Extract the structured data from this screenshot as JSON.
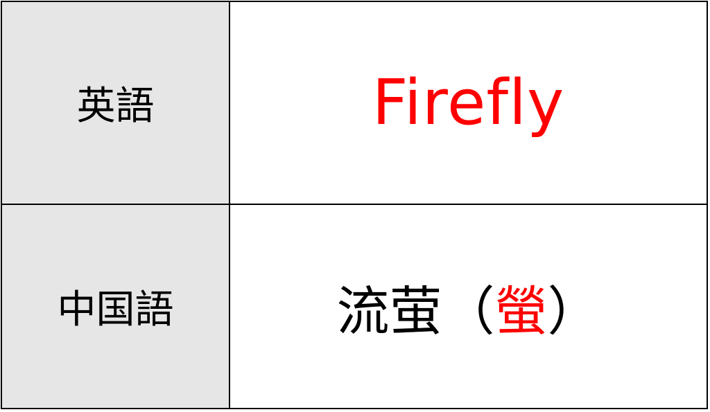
{
  "rows": [
    {
      "label": "英語",
      "value": "Firefly"
    },
    {
      "label": "中国語",
      "value_main": "流萤",
      "paren_open": "（",
      "value_highlight": "螢",
      "paren_close": "）"
    }
  ],
  "colors": {
    "highlight": "#ff0000",
    "label_background": "#e6e6e6",
    "border": "#000000"
  }
}
